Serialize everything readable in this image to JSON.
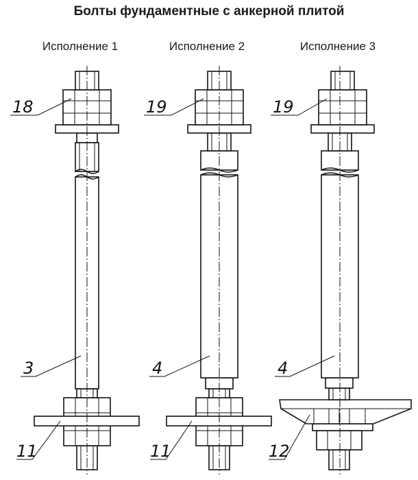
{
  "title": "Болты фундаментные с анкерной плитой",
  "variants": [
    {
      "label": "Исполнение 1",
      "top_callout": "18",
      "shaft_callout": "3",
      "bottom_callout": "11"
    },
    {
      "label": "Исполнение 2",
      "top_callout": "19",
      "shaft_callout": "4",
      "bottom_callout": "11"
    },
    {
      "label": "Исполнение 3",
      "top_callout": "19",
      "shaft_callout": "4",
      "bottom_callout": "12"
    }
  ]
}
